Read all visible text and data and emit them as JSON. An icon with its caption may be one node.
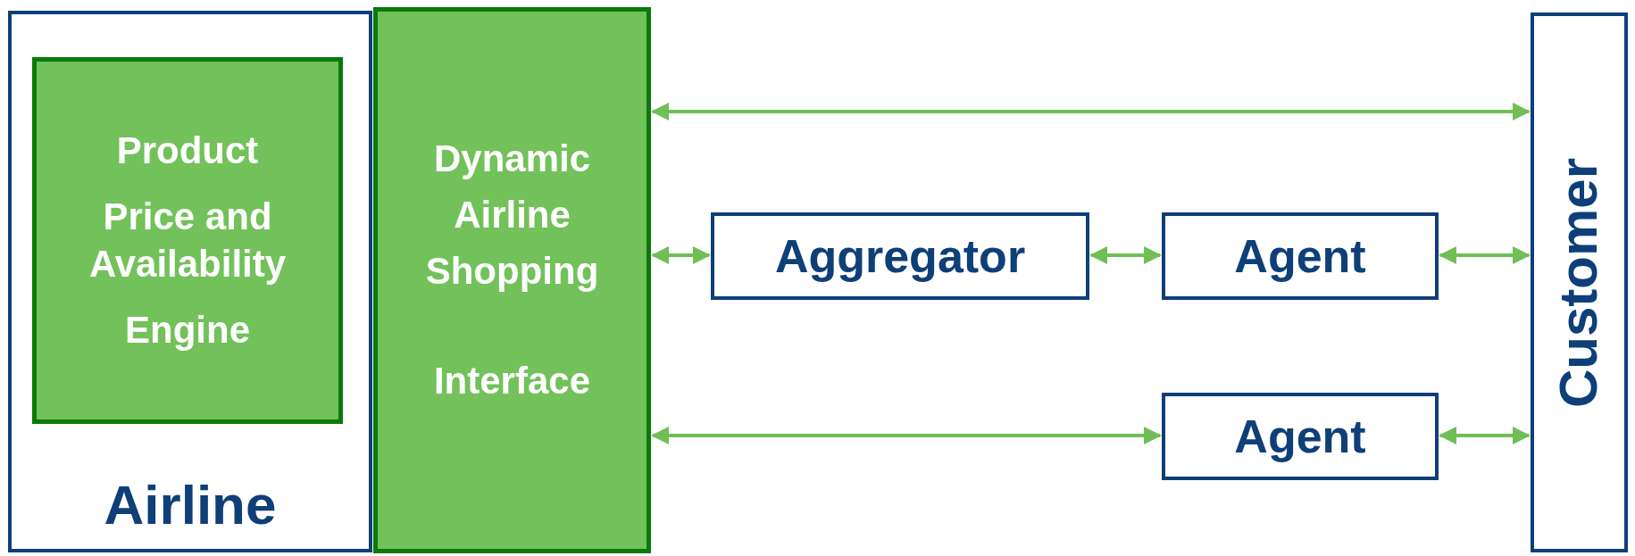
{
  "diagram": {
    "nodes": [
      {
        "text": [
          "Airline"
        ]
      },
      {
        "text": [
          "Product",
          "Price and Availability",
          "Engine"
        ],
        "in": 0
      },
      {
        "text": [
          "Dynamic Airline Shopping",
          "Interface"
        ]
      },
      {
        "text": [
          "Aggregator"
        ]
      },
      {
        "text": [
          "Agent"
        ]
      },
      {
        "text": [
          "Agent"
        ]
      },
      {
        "text": [
          "Customer"
        ]
      }
    ],
    "edges": [
      {
        "from": 2,
        "to": 6,
        "arrow": "both"
      },
      {
        "from": 2,
        "to": 3,
        "arrow": "both"
      },
      {
        "from": 3,
        "to": 4,
        "arrow": "both"
      },
      {
        "from": 4,
        "to": 6,
        "arrow": "both"
      },
      {
        "from": 2,
        "to": 5,
        "arrow": "both"
      },
      {
        "from": 5,
        "to": 6,
        "arrow": "both"
      }
    ]
  }
}
